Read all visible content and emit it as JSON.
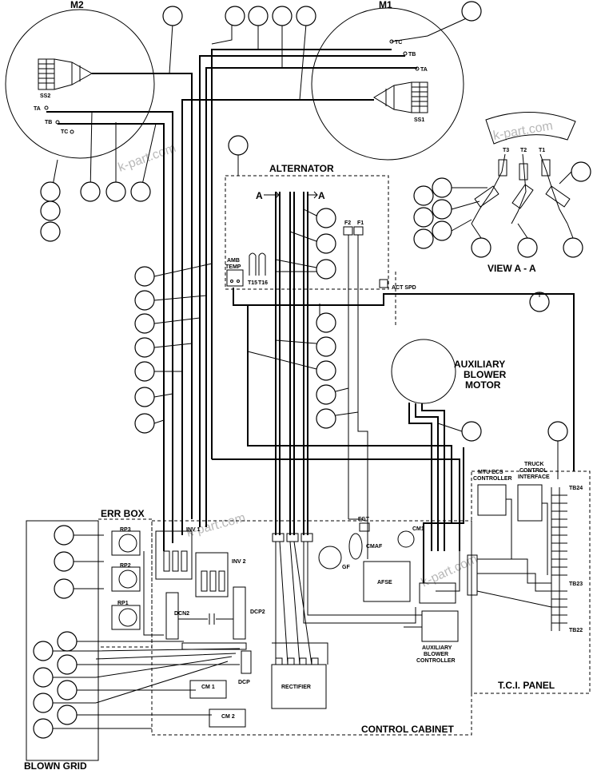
{
  "labels": {
    "m2": "M2",
    "m1": "M1",
    "alternator": "ALTERNATOR",
    "view_aa": "VIEW A - A",
    "aux_blower_motor_1": "AUXILIARY",
    "aux_blower_motor_2": "BLOWER",
    "aux_blower_motor_3": "MOTOR",
    "err_box": "ERR BOX",
    "blown_grid": "BLOWN GRID",
    "control_cabinet": "CONTROL CABINET",
    "tci_panel": "T.C.I. PANEL",
    "rectifier": "RECTIFIER",
    "afse": "AFSE",
    "aux_ctrl_1": "AUXILIARY",
    "aux_ctrl_2": "BLOWER",
    "aux_ctrl_3": "CONTROLLER",
    "mtu_1": "MTU ECS",
    "mtu_2": "CONTROLLER",
    "truck_1": "TRUCK",
    "truck_2": "CONTROL",
    "truck_3": "INTERFACE",
    "tb24": "TB24",
    "tb23": "TB23",
    "tb22": "TB22",
    "inv1": "INV 1",
    "inv2": "INV 2",
    "dcn2": "DCN2",
    "dcp2": "DCP2",
    "dcp": "DCP",
    "cm1_box": "CM 1",
    "cm2_box": "CM 2",
    "cm1": "CM1",
    "cmaf": "CMAF",
    "fgt": "FGT",
    "gf": "GF",
    "rp1": "RP1",
    "rp2": "RP2",
    "rp3": "RP3",
    "f1": "F1",
    "f2": "F2",
    "amb1": "AMB",
    "amb2": "TEMP",
    "t15": "T15",
    "t16": "T16",
    "act_spd": "ACT SPD",
    "ss1": "SS1",
    "ss2": "SS2",
    "ta": "TA",
    "tb": "TB",
    "tc": "TC",
    "t1": "T1",
    "t2": "T2",
    "t3": "T3",
    "a_left": "A",
    "a_right": "A"
  },
  "watermark": "k-part.com"
}
